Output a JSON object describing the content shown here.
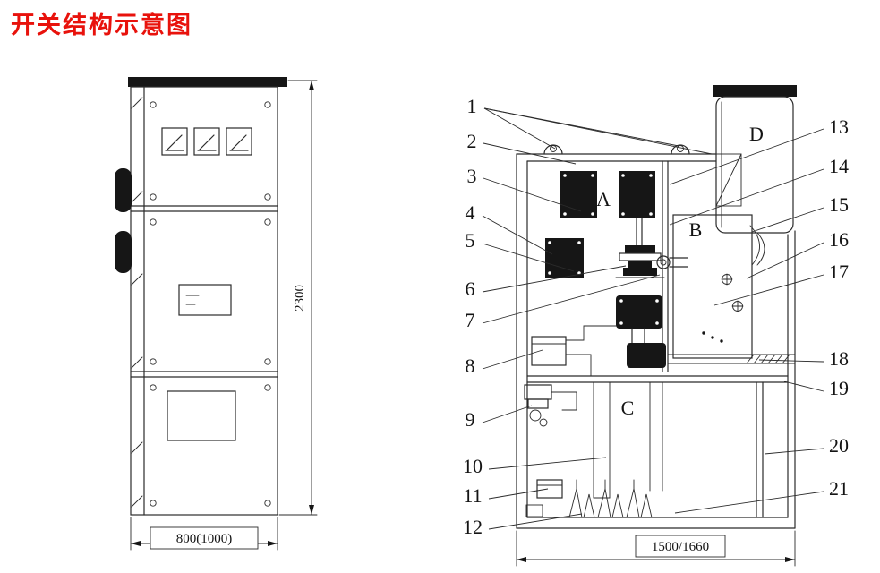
{
  "title": "开关结构示意图",
  "colors": {
    "title_red": "#e8120c",
    "line": "#2b2b2b"
  },
  "front_view": {
    "height_dim": "2300",
    "width_dim": "800(1000)"
  },
  "section_view": {
    "width_dim": "1500/1660",
    "compartment_labels": {
      "a": "A",
      "b": "B",
      "c": "C",
      "d": "D"
    },
    "callouts_left": [
      "1",
      "2",
      "3",
      "4",
      "5",
      "6",
      "7",
      "8",
      "9",
      "10",
      "11",
      "12"
    ],
    "callouts_right": [
      "13",
      "14",
      "15",
      "16",
      "17",
      "18",
      "19",
      "20",
      "21"
    ]
  }
}
